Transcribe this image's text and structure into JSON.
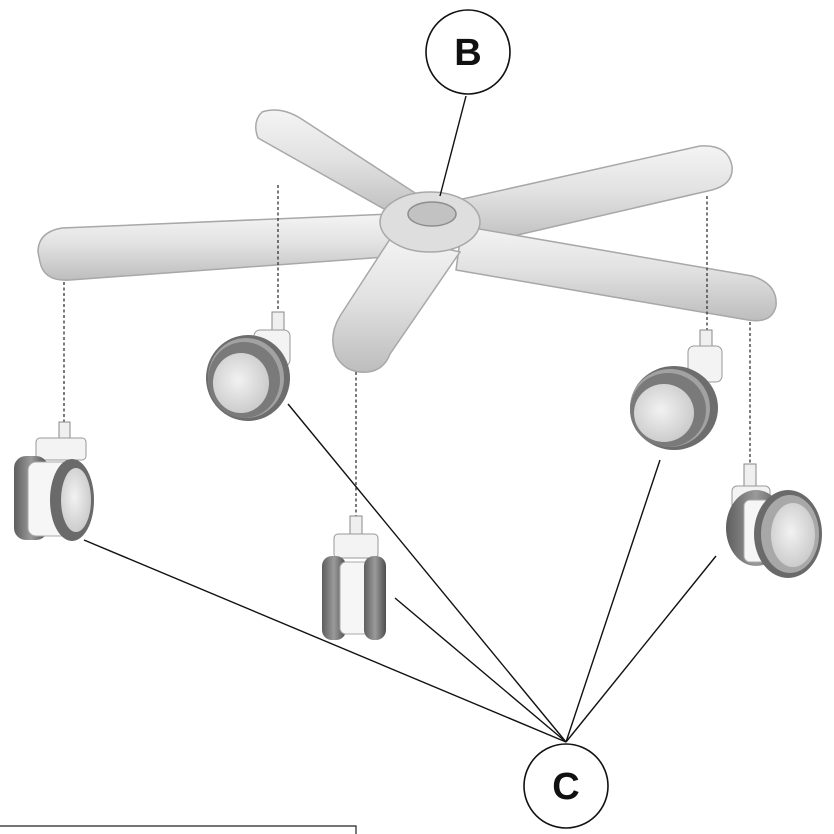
{
  "callouts": {
    "base": {
      "label": "B"
    },
    "casters": {
      "label": "C"
    }
  },
  "parts": {
    "base_arms": 5,
    "caster_count": 5
  }
}
